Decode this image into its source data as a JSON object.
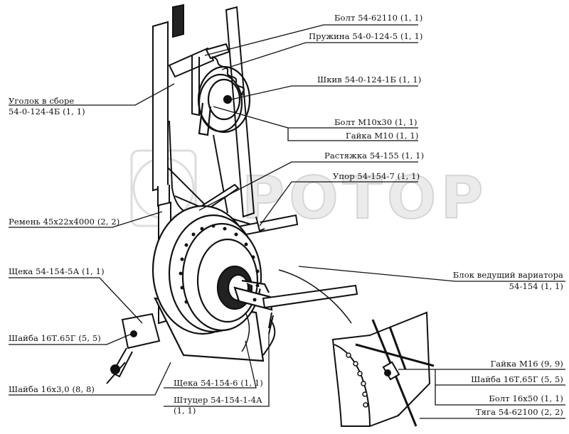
{
  "watermark": {
    "text": "РОТОР",
    "color": "#d9d9d9"
  },
  "colors": {
    "ink": "#111111",
    "background": "#ffffff"
  },
  "labels": {
    "bolt_top": "Болт 54-62110 (1, 1)",
    "spring": "Пружина 54-0-124-5 (1, 1)",
    "pulley": "Шкив 54-0-124-1Б  (1, 1)",
    "angle_line1": "Уголок в сборе",
    "angle_line2": "54-0-124-4Б (1, 1)",
    "bolt_m10": "Болт М10х30  (1, 1)",
    "nut_m10": "Гайка М10  (1, 1)",
    "stretch": "Растяжка 54-155 (1, 1)",
    "stop": "Упор 54-154-7  (1, 1)",
    "belt": "Ремень 45х22х4000 (2, 2)",
    "cheek_a": "Щека 54-154-5А (1, 1)",
    "washer_16t_left": "Шайба 16Т.65Г (5, 5)",
    "washer_16x3": "Шайба 16х3,0 (8, 8)",
    "drive_block_line1": "Блок ведущий вариатора",
    "drive_block_line2": "54-154 (1, 1)",
    "nut_m16": "Гайка М16 (9, 9)",
    "washer_16t_right": "Шайба 16Т,65Г (5, 5)",
    "bolt_16x50": "Болт 16х50 (1, 1)",
    "rod": "Тяга 54-62100 (2, 2)",
    "cheek_6": "Щека 54-154-6 (1, 1)",
    "fitting_line1": "Штуцер 54-154-1-4А",
    "fitting_line2": "(1, 1)"
  }
}
